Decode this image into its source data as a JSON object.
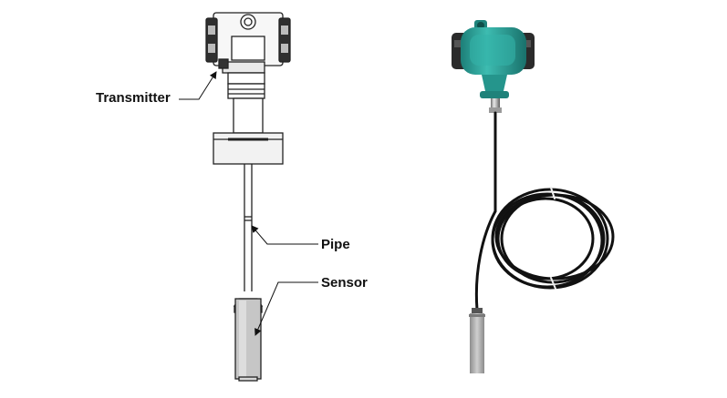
{
  "labels": {
    "transmitter": "Transmitter",
    "pipe": "Pipe",
    "sensor": "Sensor"
  },
  "colors": {
    "line_art": "#222222",
    "housing_teal": "#2aa39a",
    "housing_dark": "#2b2b2b",
    "cable": "#111111",
    "steel": "#b9b9b9"
  }
}
